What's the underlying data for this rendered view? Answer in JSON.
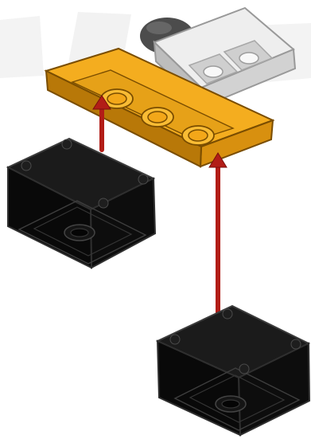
{
  "colors": {
    "background": "#ffffff",
    "watermark": "#f3f3f3",
    "plate_top": "#f4ad1f",
    "plate_front": "#d8900f",
    "plate_side": "#b87808",
    "plate_edge": "#7a4d00",
    "white_top": "#eeeeee",
    "white_front": "#d2d2d2",
    "white_side": "#bdbdbd",
    "gray_round": "#4c4c4c",
    "black_top": "#1b1b1b",
    "black_front": "#0d0d0d",
    "black_side": "#090909",
    "black_edge": "#3c3c3c",
    "arrow": "#b21d17",
    "arrow_edge": "#7a0f0c"
  },
  "parts": {
    "top_assembly": "orange-plate-2x4-with-white-tile",
    "lower_left_brick": "black-brick-2x2",
    "lower_right_brick": "black-brick-2x2"
  },
  "arrows": [
    {
      "name": "left-assembly-arrow",
      "direction": "up"
    },
    {
      "name": "right-assembly-arrow",
      "direction": "up"
    }
  ]
}
